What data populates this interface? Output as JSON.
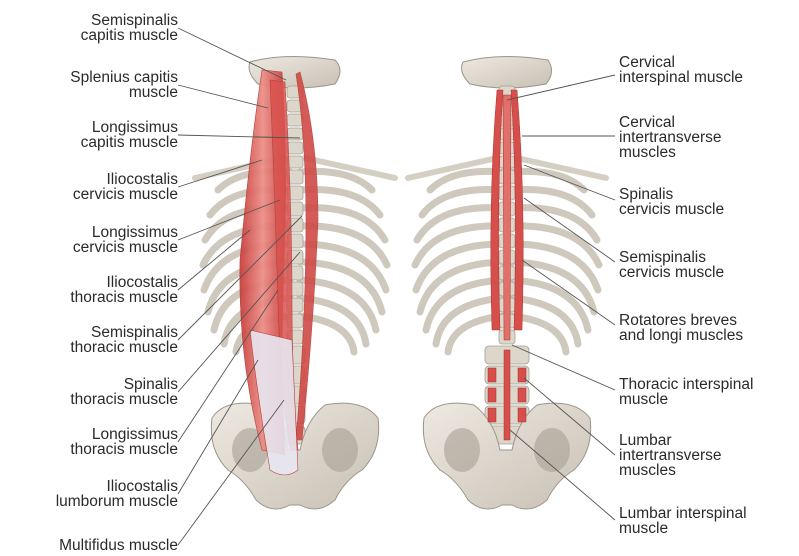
{
  "left_labels": [
    {
      "line1": "Semispinalis",
      "line2": "capitis muscle"
    },
    {
      "line1": "Splenius capitis",
      "line2": "muscle"
    },
    {
      "line1": "Longissimus",
      "line2": "capitis muscle"
    },
    {
      "line1": "Iliocostalis",
      "line2": "cervicis muscle"
    },
    {
      "line1": "Longissimus",
      "line2": "cervicis muscle"
    },
    {
      "line1": "Iliocostalis",
      "line2": "thoracis muscle"
    },
    {
      "line1": "Semispinalis",
      "line2": "thoracic muscle"
    },
    {
      "line1": "Spinalis",
      "line2": "thoracis muscle"
    },
    {
      "line1": "Longissimus",
      "line2": "thoracis muscle"
    },
    {
      "line1": "Iliocostalis",
      "line2": "lumborum muscle"
    },
    {
      "line1": "Multifidus muscle",
      "line2": ""
    }
  ],
  "right_labels": [
    {
      "line1": "Cervical",
      "line2": "interspinal muscle",
      "line3": ""
    },
    {
      "line1": "Cervical",
      "line2": "intertransverse",
      "line3": "muscles"
    },
    {
      "line1": "Spinalis",
      "line2": "cervicis muscle",
      "line3": ""
    },
    {
      "line1": "Semispinalis",
      "line2": "cervicis muscle",
      "line3": ""
    },
    {
      "line1": "Rotatores breves",
      "line2": "and longi muscles",
      "line3": ""
    },
    {
      "line1": "Thoracic interspinal",
      "line2": "muscle",
      "line3": ""
    },
    {
      "line1": "Lumbar",
      "line2": "intertransverse",
      "line3": "muscles"
    },
    {
      "line1": "Lumbar interspinal",
      "line2": "muscle",
      "line3": ""
    }
  ],
  "colors": {
    "bone": "#e3ddd3",
    "bone_shadow": "#b9b1a5",
    "muscle": "#d9534f",
    "muscle_light": "#ee9d97",
    "tendon": "#e8e6f0",
    "leader_line": "#555555",
    "text": "#2a2a2a"
  }
}
